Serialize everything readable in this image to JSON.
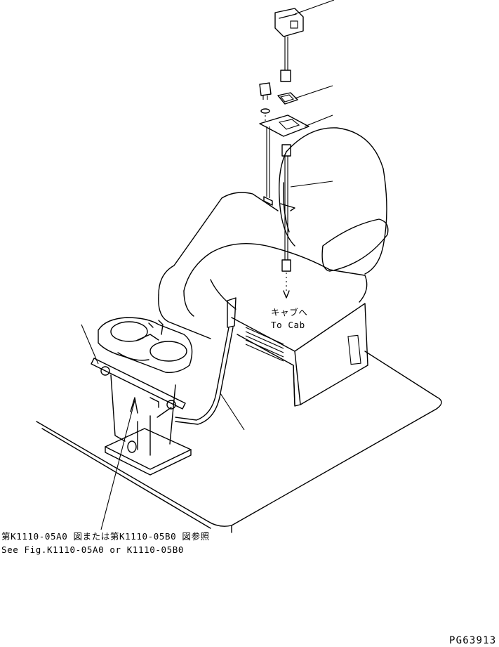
{
  "cab_note": {
    "jp": "キャブへ",
    "en": "To Cab"
  },
  "reference_note": {
    "jp": "第K1110-05A0 図または第K1110-05B0 図参照",
    "en": "See Fig.K1110-05A0 or K1110-05B0"
  },
  "figure_code": "PG63913"
}
